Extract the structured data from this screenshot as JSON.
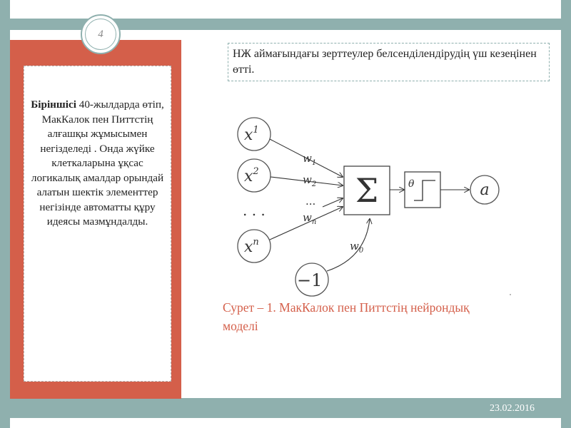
{
  "slide": {
    "number": "4",
    "date": "23.02.2016"
  },
  "heading": {
    "text": "НЖ аймағындағы зерттеулер белсенділендірудің үш кезеңінен өтті."
  },
  "left_card": {
    "bold_word": "Біріншісі",
    "body": " 40-жылдарда өтіп, МакКалок пен Питтстің алғашқы жұмысымен негізделеді . Онда жүйке клеткаларына ұқсас логикалық амалдар орындай алатын шектік элементтер негізінде автоматты құру идеясы мазмұндалды."
  },
  "diagram": {
    "inputs": [
      {
        "base": "x",
        "sup": "1"
      },
      {
        "base": "x",
        "sup": "2"
      },
      {
        "base": "x",
        "sup": "n"
      }
    ],
    "input_ellipsis": ". . .",
    "weights": [
      {
        "base": "w",
        "sub": "1"
      },
      {
        "base": "w",
        "sub": "2"
      },
      {
        "base": "w",
        "sub": "n"
      }
    ],
    "weight_ellipsis": "...",
    "bias_input": "−1",
    "bias_weight": {
      "base": "w",
      "sub": "0"
    },
    "sum_symbol": "Σ",
    "threshold_label": "θ",
    "output": "a"
  },
  "caption": {
    "text": "Сурет – 1. МакКалок пен Питтстің нейрондық моделі"
  },
  "colors": {
    "accent_red": "#d45f4a",
    "frame_teal": "#8fb0ae"
  }
}
